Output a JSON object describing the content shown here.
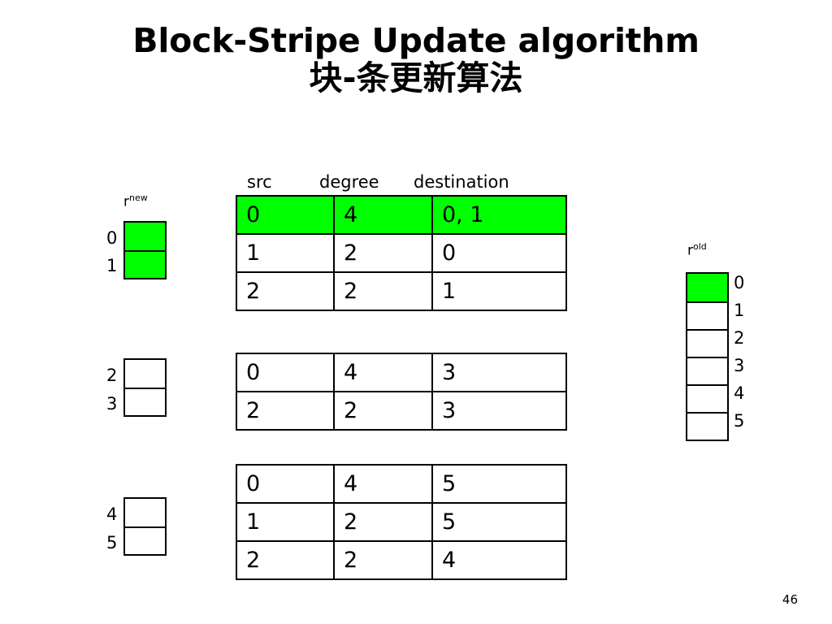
{
  "slide": {
    "title_main": "Block-Stripe Update algorithm",
    "title_sub": "块-条更新算法",
    "page_number": "46"
  },
  "colors": {
    "highlight": "#00FF00",
    "border": "#000000",
    "background": "#FFFFFF",
    "text": "#000000"
  },
  "table_headers": {
    "src": "src",
    "degree": "degree",
    "destination": "destination"
  },
  "vectors": {
    "rnew": {
      "label_base": "r",
      "label_sup": "new",
      "blocks": [
        {
          "rows": [
            {
              "index": "0",
              "highlighted": true
            },
            {
              "index": "1",
              "highlighted": true
            }
          ]
        },
        {
          "rows": [
            {
              "index": "2",
              "highlighted": false
            },
            {
              "index": "3",
              "highlighted": false
            }
          ]
        },
        {
          "rows": [
            {
              "index": "4",
              "highlighted": false
            },
            {
              "index": "5",
              "highlighted": false
            }
          ]
        }
      ]
    },
    "rold": {
      "label_base": "r",
      "label_sup": "old",
      "rows": [
        {
          "index": "0",
          "highlighted": true
        },
        {
          "index": "1",
          "highlighted": false
        },
        {
          "index": "2",
          "highlighted": false
        },
        {
          "index": "3",
          "highlighted": false
        },
        {
          "index": "4",
          "highlighted": false
        },
        {
          "index": "5",
          "highlighted": false
        }
      ]
    }
  },
  "stripes": [
    {
      "rows": [
        {
          "src": "0",
          "degree": "4",
          "destination": "0, 1",
          "highlighted": true
        },
        {
          "src": "1",
          "degree": "2",
          "destination": "0",
          "highlighted": false
        },
        {
          "src": "2",
          "degree": "2",
          "destination": "1",
          "highlighted": false
        }
      ]
    },
    {
      "rows": [
        {
          "src": "0",
          "degree": "4",
          "destination": "3",
          "highlighted": false
        },
        {
          "src": "2",
          "degree": "2",
          "destination": "3",
          "highlighted": false
        }
      ]
    },
    {
      "rows": [
        {
          "src": "0",
          "degree": "4",
          "destination": "5",
          "highlighted": false
        },
        {
          "src": "1",
          "degree": "2",
          "destination": "5",
          "highlighted": false
        },
        {
          "src": "2",
          "degree": "2",
          "destination": "4",
          "highlighted": false
        }
      ]
    }
  ]
}
